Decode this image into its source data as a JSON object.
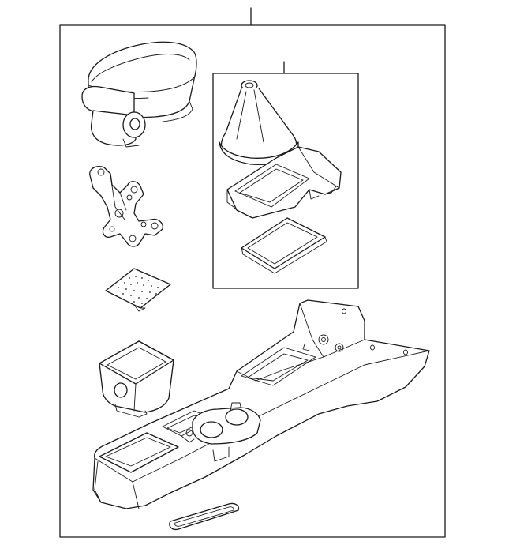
{
  "diagram": {
    "type": "parts-exploded-view",
    "parts": [
      {
        "id": "armrest",
        "icon": "armrest-icon"
      },
      {
        "id": "armrest-bracket",
        "icon": "bracket-icon"
      },
      {
        "id": "mat-pad",
        "icon": "pad-icon"
      },
      {
        "id": "cup-holder-insert",
        "icon": "cup-holder-icon"
      },
      {
        "id": "shift-boot",
        "icon": "shift-boot-icon"
      },
      {
        "id": "shift-bezel",
        "icon": "bezel-icon"
      },
      {
        "id": "bezel-gasket",
        "icon": "gasket-icon"
      },
      {
        "id": "console-body",
        "icon": "console-icon"
      },
      {
        "id": "trim-strip",
        "icon": "trim-strip-icon"
      }
    ],
    "colors": {
      "line": "#1a1a1a",
      "background": "#ffffff"
    }
  }
}
